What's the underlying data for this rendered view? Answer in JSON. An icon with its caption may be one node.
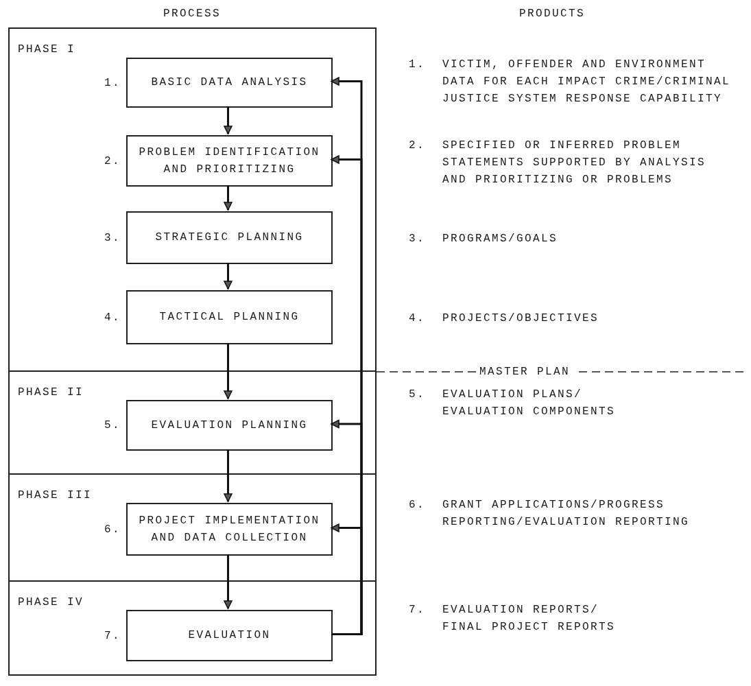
{
  "diagram": {
    "nodes": [
      {
        "text": [
          "PHASE I"
        ]
      },
      {
        "text": [
          "BASIC DATA ANALYSIS"
        ],
        "in": 0,
        "beside": [
          "1."
        ]
      },
      {
        "text": [
          "PROBLEM IDENTIFICATION AND PRIORITIZING"
        ],
        "in": 0,
        "beside": [
          "2."
        ]
      },
      {
        "text": [
          "STRATEGIC PLANNING"
        ],
        "in": 0,
        "beside": [
          "3."
        ]
      },
      {
        "text": [
          "TACTICAL PLANNING"
        ],
        "in": 0,
        "beside": [
          "4."
        ]
      },
      {
        "text": [
          "PHASE II"
        ]
      },
      {
        "text": [
          "EVALUATION PLANNING"
        ],
        "in": 5,
        "beside": [
          "5."
        ]
      },
      {
        "text": [
          "PHASE III"
        ]
      },
      {
        "text": [
          "PROJECT IMPLEMENTATION AND DATA COLLECTION"
        ],
        "in": 7,
        "beside": [
          "6."
        ]
      },
      {
        "text": [
          "PHASE IV"
        ]
      },
      {
        "text": [
          "EVALUATION"
        ],
        "in": 9,
        "beside": [
          "7."
        ]
      }
    ],
    "edges": [
      {
        "from": 1,
        "to": 2,
        "arrow": "to"
      },
      {
        "from": 2,
        "to": 3,
        "arrow": "to"
      },
      {
        "from": 3,
        "to": 4,
        "arrow": "to"
      },
      {
        "from": 4,
        "to": 6,
        "arrow": "to"
      },
      {
        "from": 6,
        "to": 8,
        "arrow": "to"
      },
      {
        "from": 8,
        "to": 10,
        "arrow": "to"
      },
      {
        "from": 10,
        "to": 1,
        "arrow": "to"
      },
      {
        "from": 10,
        "to": 2,
        "arrow": "to"
      },
      {
        "from": 10,
        "to": 6,
        "arrow": "to"
      },
      {
        "from": 10,
        "to": 8,
        "arrow": "to"
      }
    ],
    "labels": [
      "PROCESS",
      "PRODUCTS",
      "1.",
      "VICTIM, OFFENDER AND ENVIRONMENT DATA FOR EACH IMPACT CRIME/CRIMINAL JUSTICE SYSTEM RESPONSE CAPABILITY",
      "2.",
      "SPECIFIED OR INFERRED PROBLEM STATEMENTS SUPPORTED BY ANALYSIS AND PRIORITIZING OR PROBLEMS",
      "3.",
      "PROGRAMS/GOALS",
      "4.",
      "PROJECTS/OBJECTIVES",
      "MASTER PLAN",
      "5.",
      "EVALUATION PLANS/ EVALUATION COMPONENTS",
      "6.",
      "GRANT APPLICATIONS/PROGRESS REPORTING/EVALUATION REPORTING",
      "7.",
      "EVALUATION REPORTS/ FINAL PROJECT REPORTS"
    ]
  }
}
